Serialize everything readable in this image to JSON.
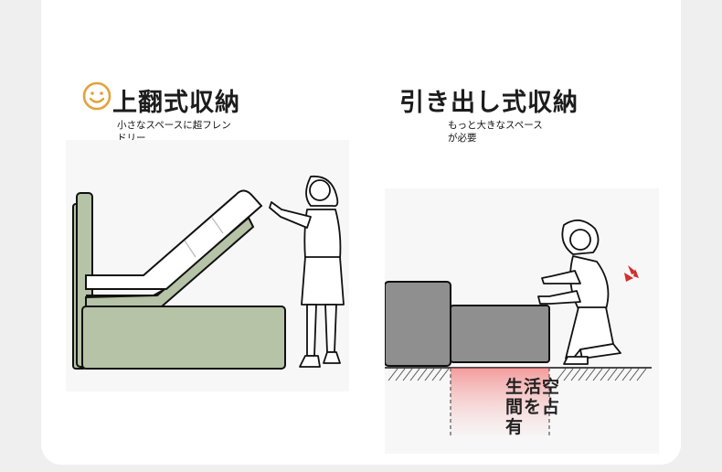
{
  "left": {
    "title": "上翻式収納",
    "caption_line1": "小さなスペースに超フレン",
    "caption_line2": "ドリー",
    "icon": "smile-face-icon",
    "icon_color": "#e2a23b",
    "bed_color": "#b6c3a6"
  },
  "right": {
    "title": "引き出し式収納",
    "caption_line1": "もっと大きなスペース",
    "caption_line2": "が必要",
    "bed_color": "#8f8f8f",
    "warning_color": "#d32f2f",
    "space_text": {
      "line1": "生活空",
      "line2": "間を占",
      "line3": "有"
    }
  }
}
